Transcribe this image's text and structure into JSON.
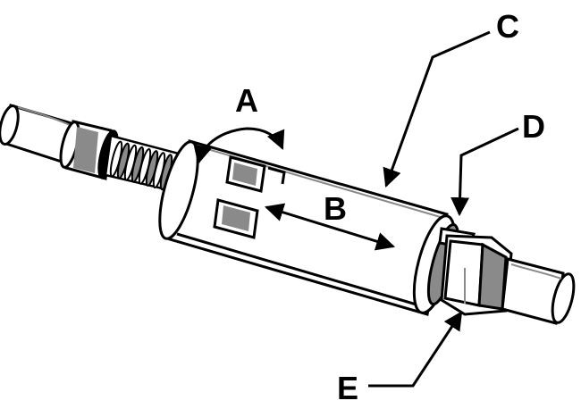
{
  "labels": {
    "a": "A",
    "b": "B",
    "c": "C",
    "d": "D",
    "e": "E"
  },
  "colors": {
    "ink": "#000000",
    "paper": "#ffffff",
    "shade": "#8a8a8a"
  }
}
